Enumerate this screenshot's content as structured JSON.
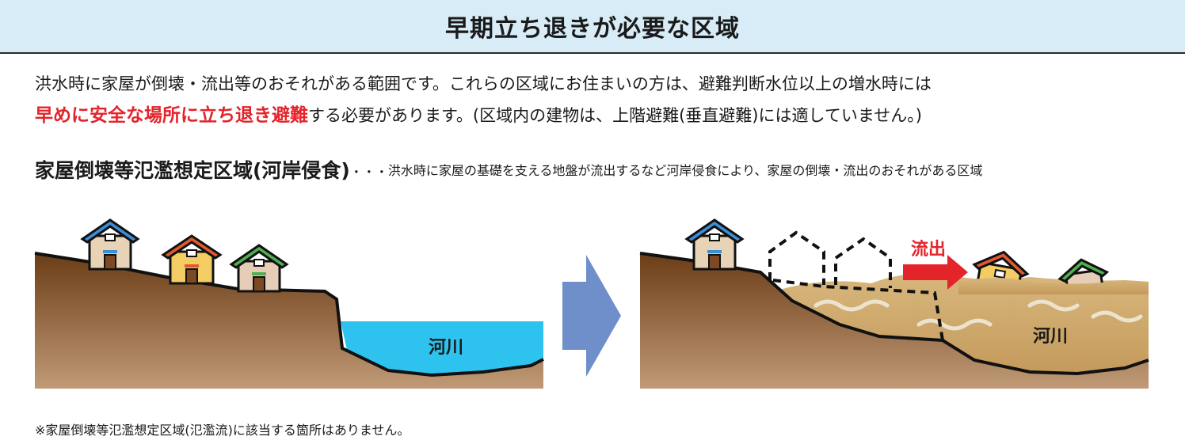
{
  "header": {
    "title": "早期立ち退きが必要な区域"
  },
  "intro": {
    "line1": "洪水時に家屋が倒壊・流出等のおそれがある範囲です。これらの区域にお住まいの方は、避難判断水位以上の増水時には",
    "emphasis": "早めに安全な場所に立ち退き避難",
    "line2_rest": "する必要があります。(区域内の建物は、上階避難(垂直避難)には適していません。)"
  },
  "zone": {
    "title": "家屋倒壊等氾濫想定区域(河岸侵食)",
    "dots": "・・・",
    "description": "洪水時に家屋の基礎を支える地盤が流出するなど河岸侵食により、家屋の倒壊・流出のおそれがある区域"
  },
  "before": {
    "river_label": "河川"
  },
  "after": {
    "river_label": "河川",
    "flow_label": "流出"
  },
  "note": "※家屋倒壊等氾濫想定区域(氾濫流)に該当する箇所はありません。",
  "colors": {
    "header_bg": "#d7ecf7",
    "emphasis": "#e3242b",
    "river": "#2ec3ee",
    "soil": "#7a4a22",
    "flood": "#c9a466",
    "arrow": "#6f8fcb",
    "flow_arrow": "#e3242b"
  }
}
